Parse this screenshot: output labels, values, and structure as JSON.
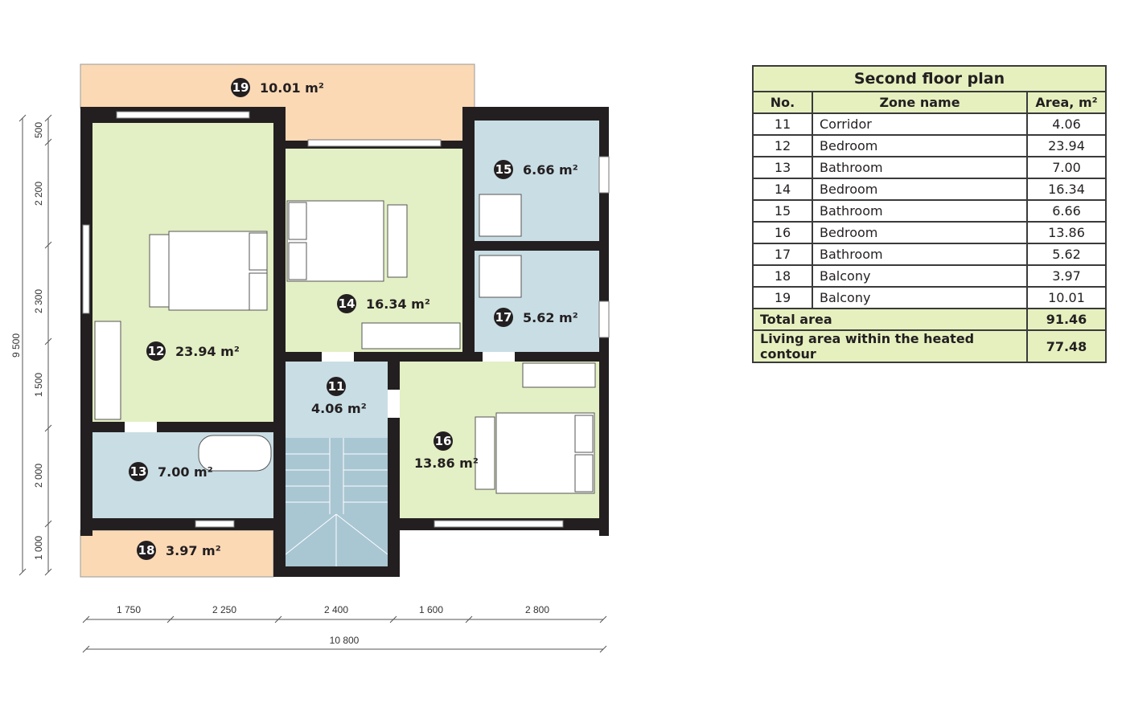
{
  "rooms": [
    {
      "no": "11",
      "area": "4.06 m²"
    },
    {
      "no": "12",
      "area": "23.94 m²"
    },
    {
      "no": "13",
      "area": "7.00 m²"
    },
    {
      "no": "14",
      "area": "16.34 m²"
    },
    {
      "no": "15",
      "area": "6.66 m²"
    },
    {
      "no": "16",
      "area": "13.86 m²"
    },
    {
      "no": "17",
      "area": "5.62 m²"
    },
    {
      "no": "18",
      "area": "3.97 m²"
    },
    {
      "no": "19",
      "area": "10.01 m²"
    }
  ],
  "dimensions": {
    "bottom": [
      "1 750",
      "2 250",
      "2 400",
      "1 600",
      "2 800"
    ],
    "bottom_total": "10 800",
    "left": [
      "500",
      "2 200",
      "2 300",
      "1 500",
      "2 000",
      "1 000"
    ],
    "left_total": "9 500"
  },
  "table": {
    "title": "Second floor plan",
    "headers": [
      "No.",
      "Zone name",
      "Area, m²"
    ],
    "rows": [
      [
        "11",
        "Corridor",
        "4.06"
      ],
      [
        "12",
        "Bedroom",
        "23.94"
      ],
      [
        "13",
        "Bathroom",
        "7.00"
      ],
      [
        "14",
        "Bedroom",
        "16.34"
      ],
      [
        "15",
        "Bathroom",
        "6.66"
      ],
      [
        "16",
        "Bedroom",
        "13.86"
      ],
      [
        "17",
        "Bathroom",
        "5.62"
      ],
      [
        "18",
        "Balcony",
        "3.97"
      ],
      [
        "19",
        "Balcony",
        "10.01"
      ]
    ],
    "total_label": "Total area",
    "total_value": "91.46",
    "living_label": "Living area within the heated contour",
    "living_value": "77.48"
  },
  "colors": {
    "living": "#e3efc4",
    "bath": "#c9dde4",
    "balcony": "#fbd9b5",
    "wall": "#231f20",
    "header": "#e6f0bf"
  }
}
